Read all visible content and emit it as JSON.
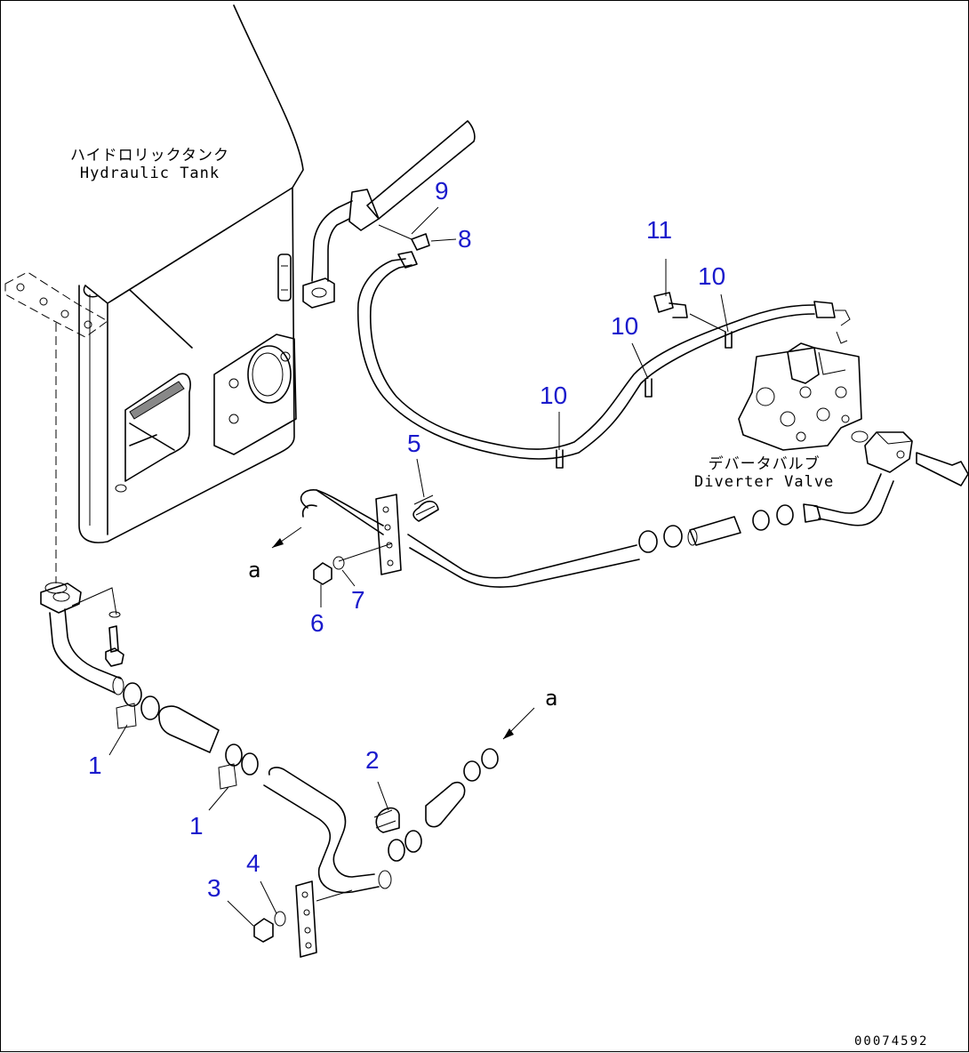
{
  "captions": {
    "tank_jp": "ハイドロリックタンク",
    "tank_en": "Hydraulic Tank",
    "valve_jp": "デバータバルブ",
    "valve_en": "Diverter Valve"
  },
  "callouts": [
    {
      "id": "c9",
      "text": "9"
    },
    {
      "id": "c8",
      "text": "8"
    },
    {
      "id": "c11",
      "text": "11"
    },
    {
      "id": "c10a",
      "text": "10"
    },
    {
      "id": "c10b",
      "text": "10"
    },
    {
      "id": "c10c",
      "text": "10"
    },
    {
      "id": "c5",
      "text": "5"
    },
    {
      "id": "c6",
      "text": "6"
    },
    {
      "id": "c7",
      "text": "7"
    },
    {
      "id": "c1a",
      "text": "1"
    },
    {
      "id": "c1b",
      "text": "1"
    },
    {
      "id": "c2",
      "text": "2"
    },
    {
      "id": "c3",
      "text": "3"
    },
    {
      "id": "c4",
      "text": "4"
    }
  ],
  "refs": {
    "a_upper": "a",
    "a_lower": "a"
  },
  "drawing_code": "00074592",
  "colors": {
    "callout": "#1a1acc",
    "line": "#000000"
  }
}
